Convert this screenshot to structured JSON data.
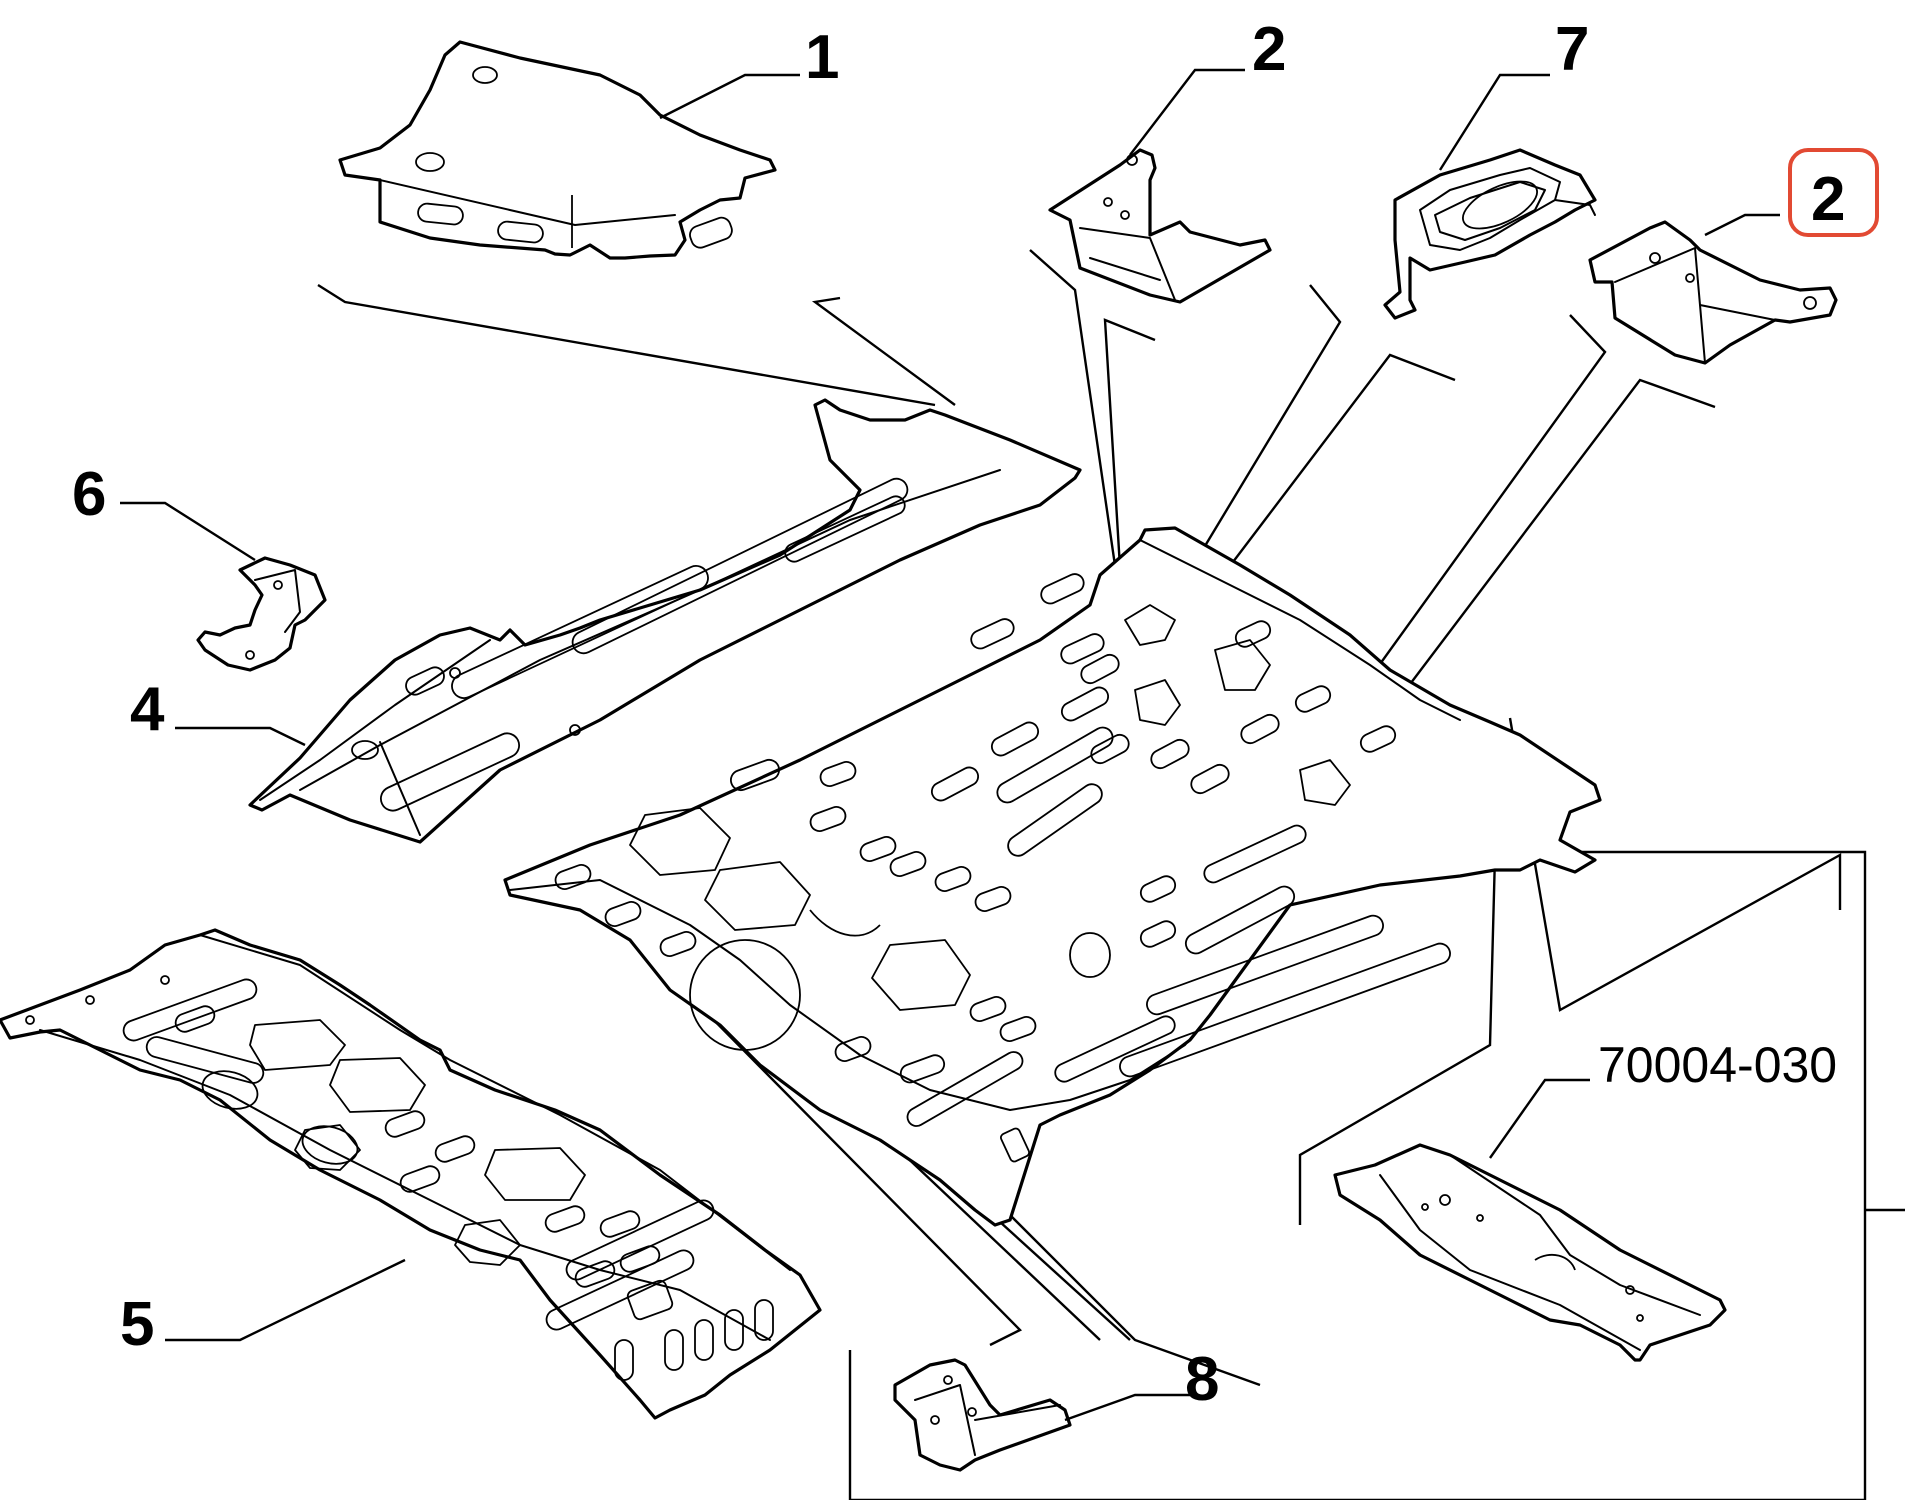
{
  "diagram": {
    "callouts": [
      {
        "id": "1",
        "label": "1"
      },
      {
        "id": "2a",
        "label": "2"
      },
      {
        "id": "7",
        "label": "7"
      },
      {
        "id": "2b",
        "label": "2",
        "highlighted": true
      },
      {
        "id": "6",
        "label": "6"
      },
      {
        "id": "4",
        "label": "4"
      },
      {
        "id": "5",
        "label": "5"
      },
      {
        "id": "8",
        "label": "8"
      }
    ],
    "part_number": "70004-030",
    "highlight_color": "#e24a33"
  }
}
